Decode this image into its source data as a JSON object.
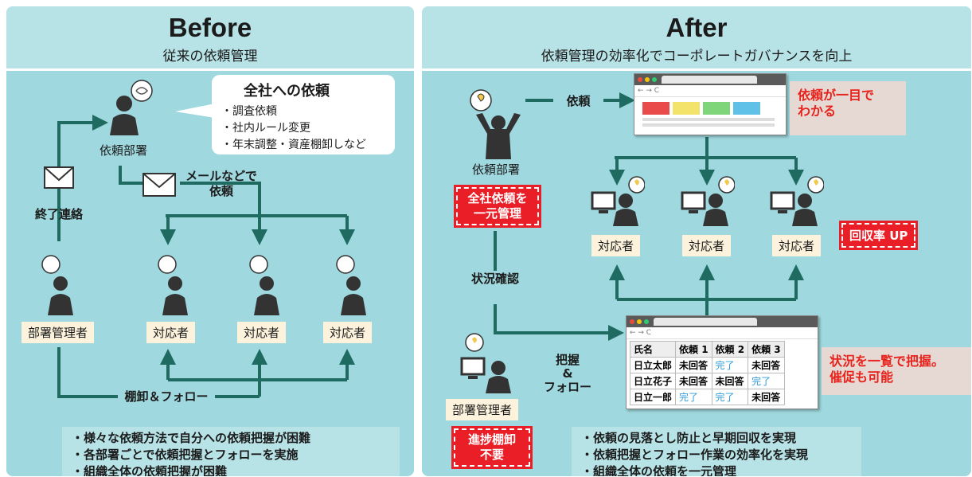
{
  "before": {
    "title": "Before",
    "subtitle": "従来の依頼管理",
    "bubble": {
      "title": "全社への依頼",
      "items": [
        "・調査依頼",
        "・社内ルール変更",
        "・年末調整・資産棚卸しなど"
      ]
    },
    "requester": "依頼部署",
    "mail_label": "メールなどで\n依頼",
    "end_label": "終了連絡",
    "manager": "部署管理者",
    "responders": [
      "対応者",
      "対応者",
      "対応者"
    ],
    "follow_label": "棚卸＆フォロー",
    "issues": [
      "・様々な依頼方法で自分への依頼把握が困難",
      "・各部署ごとで依頼把握とフォローを実施",
      "・組織全体の依頼把握が困難"
    ]
  },
  "after": {
    "title": "After",
    "subtitle": "依頼管理の効率化でコーポレートガバナンスを向上",
    "requester": "依頼部署",
    "request_label": "依頼",
    "central_tag": "全社依頼を\n一元管理",
    "glance_note": "依頼が一目で\nわかる",
    "responders": [
      "対応者",
      "対応者",
      "対応者"
    ],
    "recovery_tag": "回収率 UP",
    "status_check": "状況確認",
    "grasp_label": "把握\n&\nフォロー",
    "manager": "部署管理者",
    "no_inventory_tag": "進捗棚卸\n不要",
    "status_note": "状況を一覧で把握。\n催促も可能",
    "table": {
      "headers": [
        "氏名",
        "依頼 1",
        "依頼 2",
        "依頼 3"
      ],
      "rows": [
        [
          "日立太郎",
          "未回答",
          "完了",
          "未回答"
        ],
        [
          "日立花子",
          "未回答",
          "未回答",
          "完了"
        ],
        [
          "日立一郎",
          "完了",
          "完了",
          "未回答"
        ]
      ]
    },
    "benefits": [
      "・依頼の見落とし防止と早期回収を実現",
      "・依頼把握とフォロー作業の効率化を実現",
      "・組織全体の依頼を一元管理"
    ]
  },
  "colors": {
    "teal_arrow": "#1f6b62",
    "panel": "#9fd8de",
    "header": "#b7e2e6",
    "red": "#ea1e26",
    "label_bg": "#fdf3dd"
  }
}
